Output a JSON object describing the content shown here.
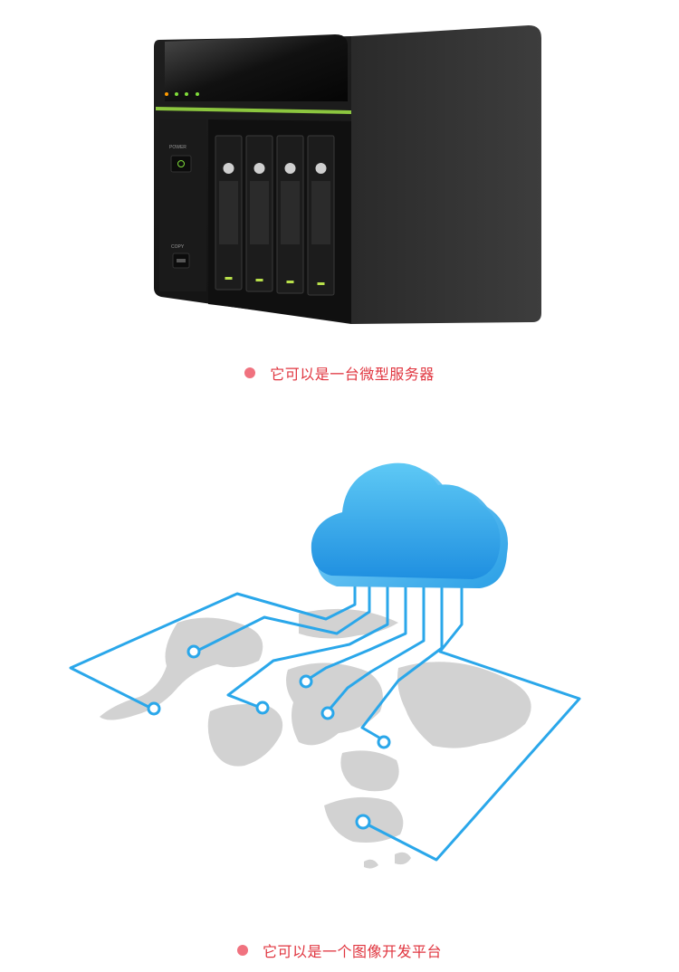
{
  "server_section": {
    "front_labels": {
      "power": "POWER",
      "copy": "COPY"
    },
    "drive_bay_count": 4,
    "caption": "它可以是一台微型服务器"
  },
  "cloud_section": {
    "caption": "它可以是一个图像开发平台"
  },
  "colors": {
    "caption_dot": "#f0727f",
    "caption_text": "#e0353f",
    "cloud_blue": "#3aa8e8",
    "line_blue": "#2aa7ea",
    "accent_green": "#8cc63f"
  }
}
